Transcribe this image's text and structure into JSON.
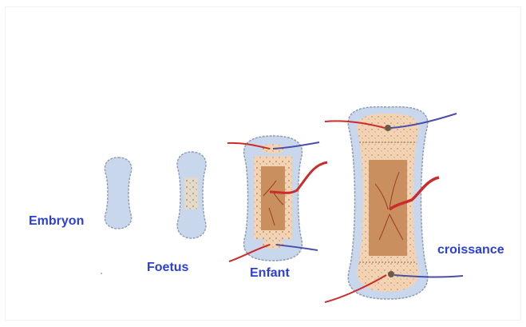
{
  "colors": {
    "label": "#2b3fd6",
    "cartilage": "#c9d7ec",
    "cartilage_edge": "#8e9bb5",
    "bone": "#f2d3b4",
    "marrow": "#c98f5e",
    "artery": "#cc2b2b",
    "vein": "#4a4fa6"
  },
  "labels": {
    "embryon": "Embryon",
    "foetus": "Foetus",
    "enfant": "Enfant",
    "croissance": "croissance"
  },
  "stages": [
    {
      "name": "Embryon",
      "icon": "cartilage-model-icon"
    },
    {
      "name": "Foetus",
      "icon": "primary-ossification-icon"
    },
    {
      "name": "Enfant",
      "icon": "secondary-ossification-icon"
    },
    {
      "name": "croissance",
      "icon": "growing-long-bone-icon"
    }
  ]
}
